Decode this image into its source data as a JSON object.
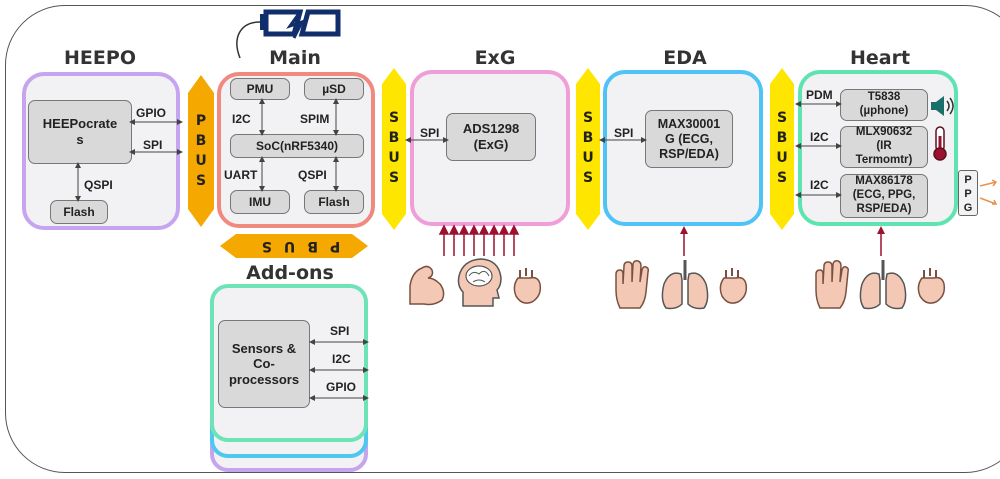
{
  "sections": {
    "heepo": "HEEPO",
    "main": "Main",
    "exg": "ExG",
    "eda": "EDA",
    "heart": "Heart",
    "addons": "Add-ons"
  },
  "heepo": {
    "chip": "HEEPocrate\ns",
    "flash": "Flash",
    "gpio": "GPIO",
    "spi": "SPI",
    "qspi": "QSPI"
  },
  "main": {
    "pmu": "PMU",
    "usd": "µSD",
    "soc": "SoC(nRF5340)",
    "imu": "IMU",
    "flash": "Flash",
    "i2c": "I2C",
    "spim": "SPIM",
    "uart": "UART",
    "qspi": "QSPI"
  },
  "buses": {
    "pbus": "PBUS",
    "sbus": "SBUS"
  },
  "exg": {
    "chip": "ADS1298\n(ExG)",
    "spi": "SPI"
  },
  "eda": {
    "chip": "MAX30001\nG (ECG,\nRSP/EDA)",
    "spi": "SPI"
  },
  "heart": {
    "t5838": "T5838\n(µphone)",
    "mlx": "MLX90632\n(IR\nTermomtr)",
    "max86178": "MAX86178\n(ECG, PPG,\nRSP/EDA)",
    "pdm": "PDM",
    "i2c_1": "I2C",
    "i2c_2": "I2C",
    "ppg": "PPG"
  },
  "addons": {
    "chip": "Sensors &\nCo-\nprocessors",
    "spi": "SPI",
    "i2c": "I2C",
    "gpio": "GPIO"
  },
  "icons": [
    "battery-icon",
    "muscle-icon",
    "brain-icon",
    "heart-icon",
    "hand-icon",
    "lungs-icon",
    "speaker-icon",
    "thermometer-icon"
  ],
  "colors": {
    "heepo": "#c7a4ee",
    "main": "#f08a80",
    "exg": "#ef9ed8",
    "eda": "#4fc3f5",
    "heart": "#5fe3b0",
    "addons": "#6fe3b8",
    "addons_mid": "#4fc8f0",
    "addons_back": "#c7a4ee",
    "pbus": "#f5a800",
    "sbus": "#ffe600",
    "arrow_red": "#9c1030",
    "battery": "#0f2e6b"
  }
}
